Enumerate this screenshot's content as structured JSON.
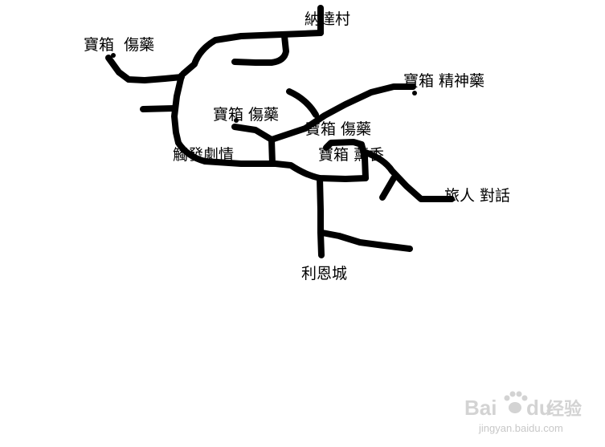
{
  "labels": {
    "top_village": "納達村",
    "chest_potion_left": "寶箱  傷藥",
    "chest_spirit_potion": "寶箱 精神藥",
    "chest_potion_center": "寶箱 傷藥",
    "chest_potion_right": "寶箱 傷藥",
    "event_trigger": "觸發劇情",
    "chest_incense": "寶箱 薰香",
    "traveler_talk": "旅人 對話",
    "bottom_city": "利恩城"
  },
  "watermark": {
    "brand": "Bai",
    "brand_tail": "du",
    "brand_cn": "经验",
    "url": "jingyan.baidu.com"
  },
  "colors": {
    "ink": "#000000",
    "background": "#ffffff",
    "watermark": "#d3d3d3"
  }
}
